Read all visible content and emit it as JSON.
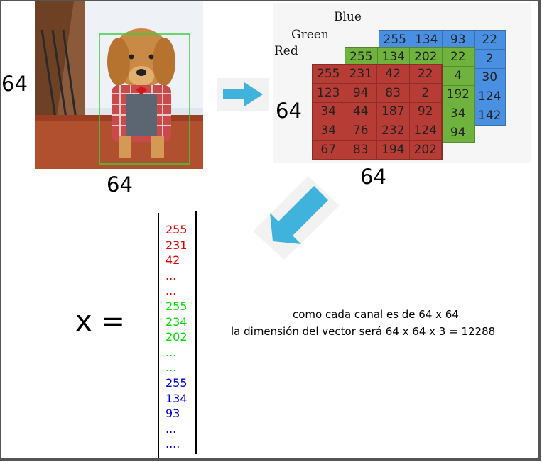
{
  "image_dims": {
    "width_label": "64",
    "height_label": "64"
  },
  "tensor_dims": {
    "width_label": "64",
    "height_label": "64"
  },
  "channels": {
    "blue": {
      "label": "Blue",
      "color": "#4a90e2",
      "rows": [
        [
          "255",
          "134",
          "93",
          "22"
        ],
        [
          "",
          "",
          "",
          "2"
        ],
        [
          "",
          "",
          "",
          "30"
        ],
        [
          "",
          "",
          "",
          "124"
        ],
        [
          "",
          "",
          "",
          "142"
        ]
      ]
    },
    "green": {
      "label": "Green",
      "color": "#6fb33e",
      "rows": [
        [
          "255",
          "134",
          "202",
          "22"
        ],
        [
          "",
          "",
          "",
          "4"
        ],
        [
          "",
          "",
          "",
          "192"
        ],
        [
          "",
          "",
          "",
          "34"
        ],
        [
          "",
          "",
          "",
          "94"
        ]
      ]
    },
    "red": {
      "label": "Red",
      "color": "#b73c35",
      "rows": [
        [
          "255",
          "231",
          "42",
          "22"
        ],
        [
          "123",
          "94",
          "83",
          "2"
        ],
        [
          "34",
          "44",
          "187",
          "92"
        ],
        [
          "34",
          "76",
          "232",
          "124"
        ],
        [
          "67",
          "83",
          "194",
          "202"
        ]
      ]
    }
  },
  "vector": {
    "lhs": "x =",
    "entries": [
      {
        "text": "255",
        "color": "#e00000"
      },
      {
        "text": "231",
        "color": "#e00000"
      },
      {
        "text": "42",
        "color": "#e00000"
      },
      {
        "text": "...",
        "color": "#e00000"
      },
      {
        "text": "...",
        "color": "#e00000"
      },
      {
        "text": "255",
        "color": "#00dd00"
      },
      {
        "text": "234",
        "color": "#00dd00"
      },
      {
        "text": "202",
        "color": "#00dd00"
      },
      {
        "text": "...",
        "color": "#00dd00"
      },
      {
        "text": "...",
        "color": "#00dd00"
      },
      {
        "text": "255",
        "color": "#0000dd"
      },
      {
        "text": "134",
        "color": "#0000dd"
      },
      {
        "text": "93",
        "color": "#0000dd"
      },
      {
        "text": "...",
        "color": "#0000dd"
      },
      {
        "text": "....",
        "color": "#0000dd"
      }
    ]
  },
  "note": {
    "line1": "como cada canal es de 64 x 64",
    "line2": "la dimensión del vector será   64 x 64 x 3 = 12288"
  },
  "arrow_color": "#3fb3dc"
}
